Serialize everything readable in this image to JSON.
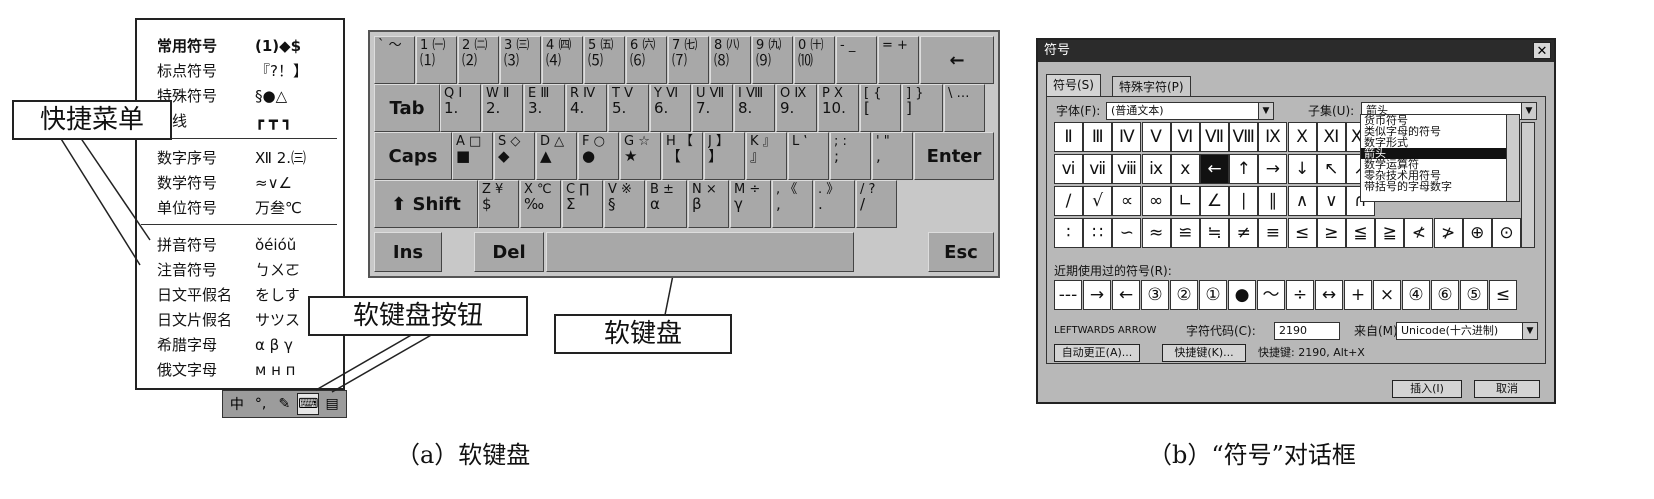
{
  "quick_menu": {
    "items": [
      {
        "label": "常用符号",
        "sample": "(1)◆$",
        "bold": true
      },
      {
        "label": "标点符号",
        "sample": "『?！】"
      },
      {
        "label": "特殊符号",
        "sample": "§●△"
      },
      {
        "label": "格线",
        "sample": "┏ ┳ ┓"
      },
      {
        "label": "数字序号",
        "sample": "Ⅻ 2.㈢"
      },
      {
        "label": "数学符号",
        "sample": "≈∨∠"
      },
      {
        "label": "单位符号",
        "sample": "万叁℃"
      },
      {
        "label": "拼音符号",
        "sample": "ǒéióǔ"
      },
      {
        "label": "注音符号",
        "sample": "ㄅㄨㄛ"
      },
      {
        "label": "日文平假名",
        "sample": "をしす"
      },
      {
        "label": "日文片假名",
        "sample": "サツス"
      },
      {
        "label": "希腊字母",
        "sample": "α β γ"
      },
      {
        "label": "俄文字母",
        "sample": "м н п"
      }
    ]
  },
  "toolbar": {
    "ime_icon": "中",
    "punct_icon": "°,",
    "brush_icon": "✎",
    "keyboard_icon": "⌨",
    "menu_icon": "▤"
  },
  "callouts": {
    "quick_menu": "快捷菜单",
    "soft_keyboard_button": "软键盘按钮",
    "soft_keyboard": "软键盘"
  },
  "keyboard": {
    "row1": [
      {
        "top": "` ～",
        "bot": ""
      },
      {
        "top": "1 ㈠",
        "bot": "⑴"
      },
      {
        "top": "2 ㈡",
        "bot": "⑵"
      },
      {
        "top": "3 ㈢",
        "bot": "⑶"
      },
      {
        "top": "4 ㈣",
        "bot": "⑷"
      },
      {
        "top": "5 ㈤",
        "bot": "⑸"
      },
      {
        "top": "6 ㈥",
        "bot": "⑹"
      },
      {
        "top": "7 ㈦",
        "bot": "⑺"
      },
      {
        "top": "8 ㈧",
        "bot": "⑻"
      },
      {
        "top": "9 ㈨",
        "bot": "⑼"
      },
      {
        "top": "0 ㈩",
        "bot": "⑽"
      },
      {
        "top": "- _",
        "bot": ""
      },
      {
        "top": "= +",
        "bot": ""
      }
    ],
    "backspace": "←",
    "tab": "Tab",
    "row2": [
      {
        "top": "Q Ⅰ",
        "bot": "1."
      },
      {
        "top": "W Ⅱ",
        "bot": "2."
      },
      {
        "top": "E Ⅲ",
        "bot": "3."
      },
      {
        "top": "R Ⅳ",
        "bot": "4."
      },
      {
        "top": "T Ⅴ",
        "bot": "5."
      },
      {
        "top": "Y Ⅵ",
        "bot": "6."
      },
      {
        "top": "U Ⅶ",
        "bot": "7."
      },
      {
        "top": "I Ⅷ",
        "bot": "8."
      },
      {
        "top": "O Ⅸ",
        "bot": "9."
      },
      {
        "top": "P Ⅹ",
        "bot": "10."
      },
      {
        "top": "[ {",
        "bot": "["
      },
      {
        "top": "] }",
        "bot": "]"
      },
      {
        "top": "\\ …",
        "bot": ""
      }
    ],
    "caps": "Caps",
    "row3": [
      {
        "top": "A □",
        "bot": "■"
      },
      {
        "top": "S ◇",
        "bot": "◆"
      },
      {
        "top": "D △",
        "bot": "▲"
      },
      {
        "top": "F ○",
        "bot": "●"
      },
      {
        "top": "G ☆",
        "bot": "★"
      },
      {
        "top": "H 【",
        "bot": "【"
      },
      {
        "top": "J 】",
        "bot": "】"
      },
      {
        "top": "K 』",
        "bot": "』"
      },
      {
        "top": "L ‛",
        "bot": ""
      },
      {
        "top": "; :",
        "bot": ";"
      },
      {
        "top": "' \"",
        "bot": ","
      }
    ],
    "enter": "Enter",
    "shift": "Shift",
    "row4": [
      {
        "top": "Z ¥",
        "bot": "$"
      },
      {
        "top": "X ℃",
        "bot": "‰"
      },
      {
        "top": "C ∏",
        "bot": "Σ"
      },
      {
        "top": "V ※",
        "bot": "§"
      },
      {
        "top": "B ±",
        "bot": "α"
      },
      {
        "top": "N ×",
        "bot": "β"
      },
      {
        "top": "M ÷",
        "bot": "γ"
      },
      {
        "top": ", 《",
        "bot": ","
      },
      {
        "top": ". 》",
        "bot": "."
      },
      {
        "top": "/ ?",
        "bot": "/"
      }
    ],
    "ins": "Ins",
    "del": "Del",
    "esc": "Esc"
  },
  "dialog": {
    "title": "符号",
    "close": "✕",
    "tabs": [
      "符号(S)",
      "特殊字符(P)"
    ],
    "font_label": "字体(F):",
    "font_value": "(普通文本)",
    "subset_label": "子集(U):",
    "subset_value": "箭头",
    "subset_options": [
      "货币符号",
      "类似字母的符号",
      "数字形式",
      "箭头",
      "数学运算符",
      "零杂技术用符号",
      "带括号的字母数字"
    ],
    "symbols": [
      [
        "Ⅱ",
        "Ⅲ",
        "Ⅳ",
        "Ⅴ",
        "Ⅵ",
        "Ⅶ",
        "Ⅷ",
        "Ⅸ",
        "Ⅹ",
        "Ⅺ",
        "Ⅻ"
      ],
      [
        "ⅵ",
        "ⅶ",
        "ⅷ",
        "ⅸ",
        "ⅹ",
        "←",
        "↑",
        "→",
        "↓",
        "↖",
        "↗"
      ],
      [
        "∕",
        "√",
        "∝",
        "∞",
        "∟",
        "∠",
        "∣",
        "∥",
        "∧",
        "∨",
        "∩"
      ],
      [
        "∶",
        "∷",
        "∽",
        "≈",
        "≌",
        "≒",
        "≠",
        "≡",
        "≤",
        "≥",
        "≦",
        "≧",
        "≮",
        "≯",
        "⊕",
        "⊙"
      ]
    ],
    "selected_symbol": "←",
    "recent_label": "近期使用过的符号(R):",
    "recent": [
      "---",
      "→",
      "←",
      "③",
      "②",
      "①",
      "●",
      "～",
      "÷",
      "↔",
      "+",
      "×",
      "④",
      "⑥",
      "⑤",
      "≤"
    ],
    "char_name": "LEFTWARDS ARROW",
    "charcode_label": "字符代码(C):",
    "charcode_value": "2190",
    "from_label": "来自(M):",
    "from_value": "Unicode(十六进制)",
    "autocorrect_button": "自动更正(A)...",
    "shortcut_button": "快捷键(K)...",
    "shortcut_text": "快捷键: 2190, Alt+X",
    "insert_button": "插入(I)",
    "cancel_button": "取消"
  },
  "captions": {
    "a": "（a）软键盘",
    "b": "（b）“符号”对话框"
  }
}
